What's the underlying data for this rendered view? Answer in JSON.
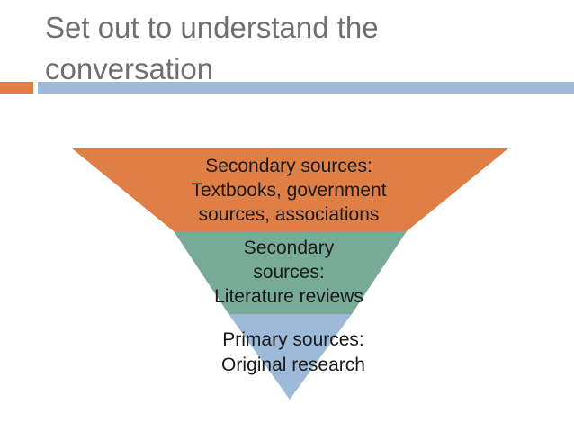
{
  "title": {
    "line1": "Set out to understand the",
    "line2": "conversation"
  },
  "colors": {
    "title_text": "#6f6f6f",
    "accent_orange": "#e07f45",
    "accent_blue": "#9dbad9",
    "layer_top": "#e07f45",
    "layer_middle": "#78aa98",
    "layer_bottom": "#9dbad9"
  },
  "funnel": {
    "layers": [
      {
        "lines": [
          "Secondary sources:",
          "Textbooks, government",
          "sources, associations"
        ]
      },
      {
        "lines": [
          "Secondary",
          "sources:",
          "Literature reviews"
        ]
      },
      {
        "lines": [
          "Primary sources:",
          "Original research"
        ]
      }
    ]
  }
}
